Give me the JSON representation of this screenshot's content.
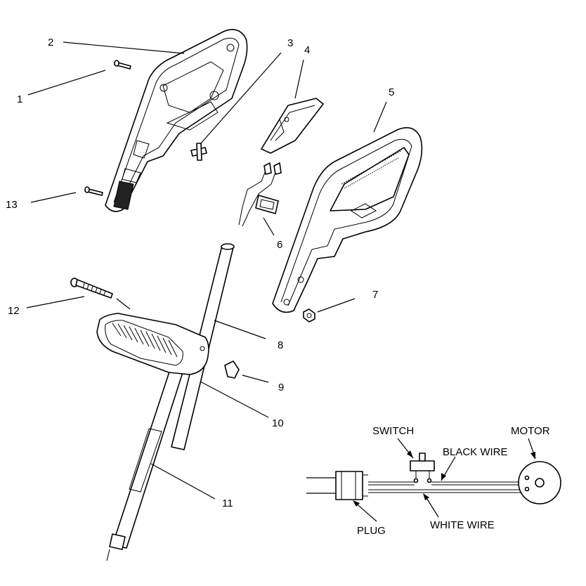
{
  "parts": {
    "p1": "1",
    "p2": "2",
    "p3": "3",
    "p4": "4",
    "p5": "5",
    "p6": "6",
    "p7": "7",
    "p8": "8",
    "p9": "9",
    "p10": "10",
    "p11": "11",
    "p12": "12",
    "p13": "13"
  },
  "wiring": {
    "switch": "SWITCH",
    "black_wire": "BLACK WIRE",
    "motor": "MOTOR",
    "plug": "PLUG",
    "white_wire": "WHITE WIRE"
  }
}
